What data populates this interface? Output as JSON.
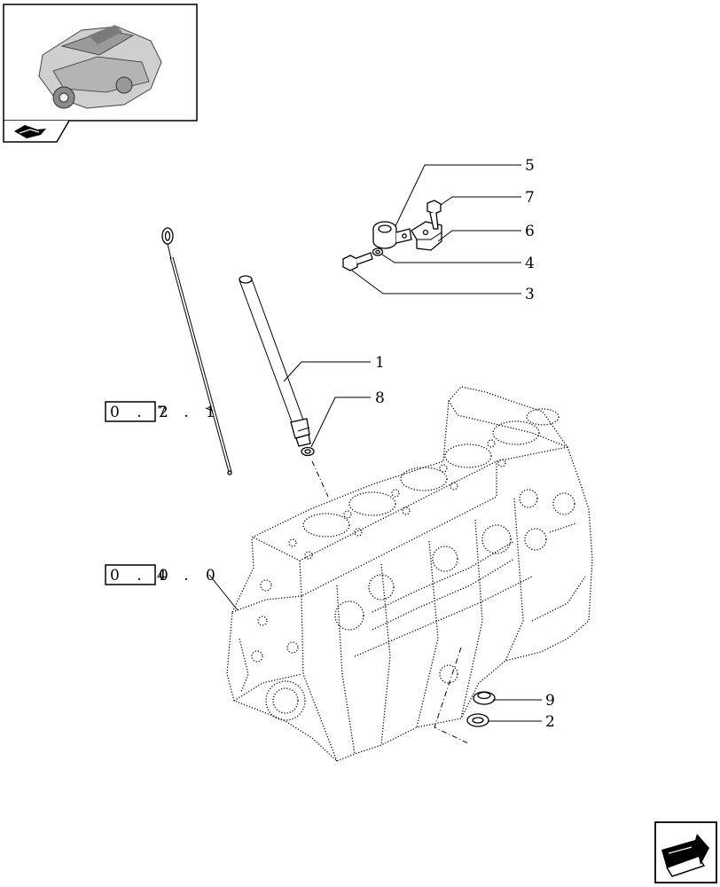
{
  "thumbnail": {
    "icon": "engine-thumbnail"
  },
  "nav": {
    "prev_icon": "hand-pointer-icon",
    "next_icon": "arrow-next-icon"
  },
  "refs": {
    "dipstick_ref": {
      "boxed": "0 . 2",
      "rest": "7 . 1"
    },
    "block_ref": {
      "boxed": "0 . 0",
      "rest": "4 . 0"
    }
  },
  "callouts": [
    {
      "id": "5",
      "label": "5"
    },
    {
      "id": "7",
      "label": "7"
    },
    {
      "id": "6",
      "label": "6"
    },
    {
      "id": "4",
      "label": "4"
    },
    {
      "id": "3",
      "label": "3"
    },
    {
      "id": "1",
      "label": "1"
    },
    {
      "id": "8",
      "label": "8"
    },
    {
      "id": "9",
      "label": "9"
    },
    {
      "id": "2",
      "label": "2"
    }
  ]
}
